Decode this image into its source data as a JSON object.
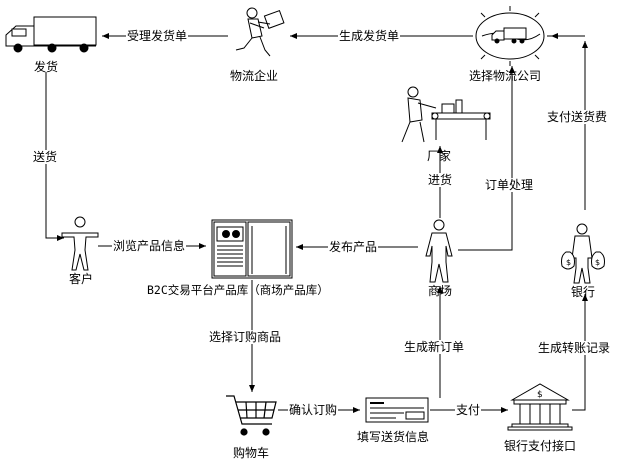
{
  "nodes": {
    "shipping": "发货",
    "logistics_company": "物流企业",
    "select_logistics": "选择物流公司",
    "factory": "厂家",
    "customer": "客户",
    "platform_library": "B2C交易平台产品库（商场产品库）",
    "mall": "商场",
    "bank": "银行",
    "cart": "购物车",
    "fill_delivery_info": "填写送货信息",
    "bank_payment_interface": "银行支付接口"
  },
  "edges": {
    "accept_invoice": "受理发货单",
    "generate_invoice": "生成发货单",
    "pay_shipping_fee": "支付送货费",
    "deliver": "送货",
    "stock_in": "进货",
    "order_processing": "订单处理",
    "browse_product_info": "浏览产品信息",
    "publish_product": "发布产品",
    "select_order_goods": "选择订购商品",
    "generate_new_order": "生成新订单",
    "generate_transfer_record": "生成转账记录",
    "confirm_order": "确认订购",
    "pay": "支付"
  },
  "icons": {
    "truck": "truck-icon",
    "courier": "courier-person-icon",
    "globe_truck": "globe-truck-icon",
    "factory_worker": "factory-worker-icon",
    "customer_person": "person-icon",
    "server": "server-icon",
    "merchant_person": "person-icon",
    "banker": "banker-with-money-bags-icon",
    "cart": "shopping-cart-icon",
    "check": "cheque-icon",
    "bank_building": "bank-building-icon"
  }
}
